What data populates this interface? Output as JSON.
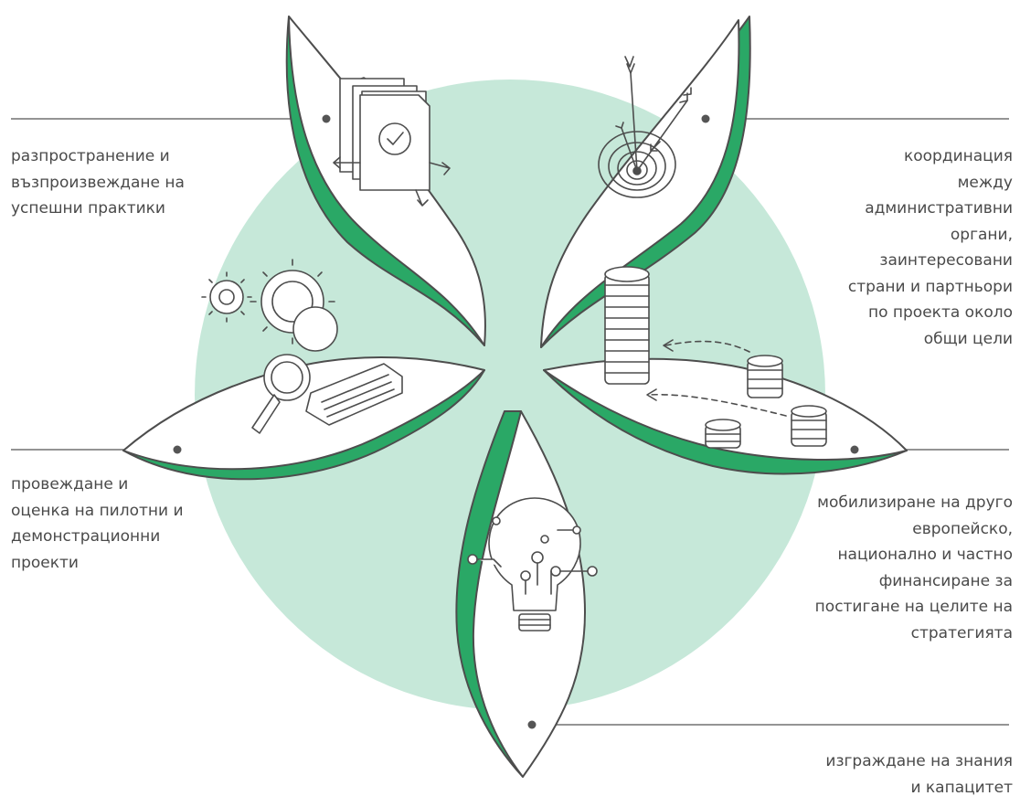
{
  "colors": {
    "circle": "#c6e8d9",
    "accent_green": "#2aa866",
    "outline": "#4d4d4d",
    "line": "#555555",
    "text": "#4a4a4a"
  },
  "labels": {
    "dissemination": [
      "разпространение и",
      "възпроизвеждане на",
      "успешни практики"
    ],
    "coordination": [
      "координация",
      "между",
      "административни",
      "органи,",
      "заинтересовани",
      "страни и партньори",
      "по проекта около",
      "общи цели"
    ],
    "pilot": [
      "провеждане и",
      "оценка на пилотни и",
      "демонстрационни",
      "проекти"
    ],
    "mobilising": [
      "мобилизиране на друго",
      "европейско,",
      "национално и частно",
      "финансиране за",
      "постигане на целите на",
      "стратегията"
    ],
    "knowledge": [
      "изграждане на знания",
      "и капацитет"
    ]
  },
  "icons": {
    "dissemination": "documents-check-arrows-icon",
    "coordination": "target-arrows-icon",
    "pilot": "gears-magnifier-icon",
    "mobilising": "coin-stacks-icon",
    "knowledge": "lightbulb-circuit-icon"
  }
}
